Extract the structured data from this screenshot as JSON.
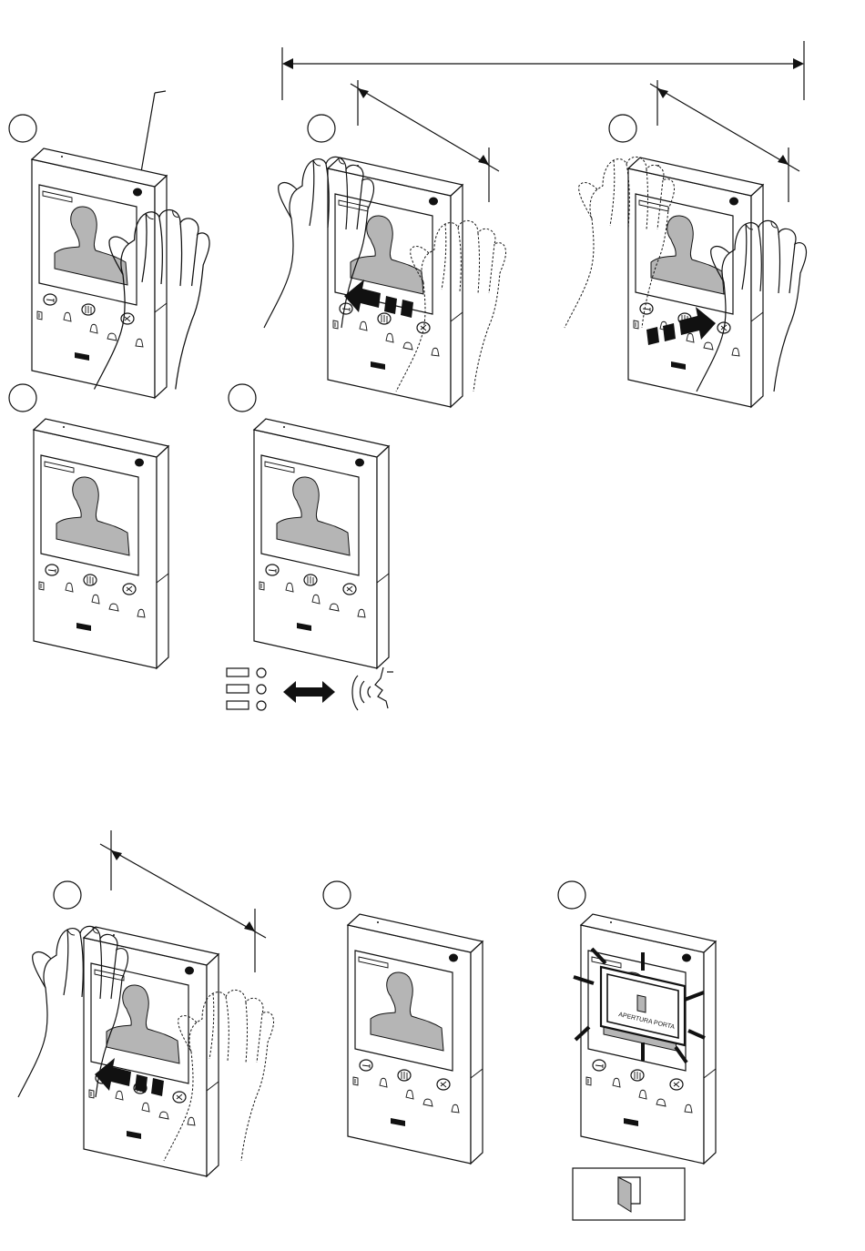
{
  "figure": {
    "steps": [
      {
        "id": "step-1",
        "gesture": "hand-cover-sensor"
      },
      {
        "id": "step-2",
        "gesture": "swipe-left"
      },
      {
        "id": "step-3",
        "gesture": "swipe-right"
      },
      {
        "id": "step-4",
        "gesture": "none"
      },
      {
        "id": "step-5",
        "gesture": "none"
      },
      {
        "id": "step-6",
        "gesture": "swipe-left"
      },
      {
        "id": "step-7",
        "gesture": "none"
      },
      {
        "id": "step-8",
        "gesture": "door-open-flashing"
      }
    ],
    "door_label": "APERTURA PORTA",
    "mode_switch_icons": [
      "menu-list-icon",
      "double-arrow-icon",
      "voice-command-icon"
    ],
    "door_symbol_icon": "door-icon"
  }
}
